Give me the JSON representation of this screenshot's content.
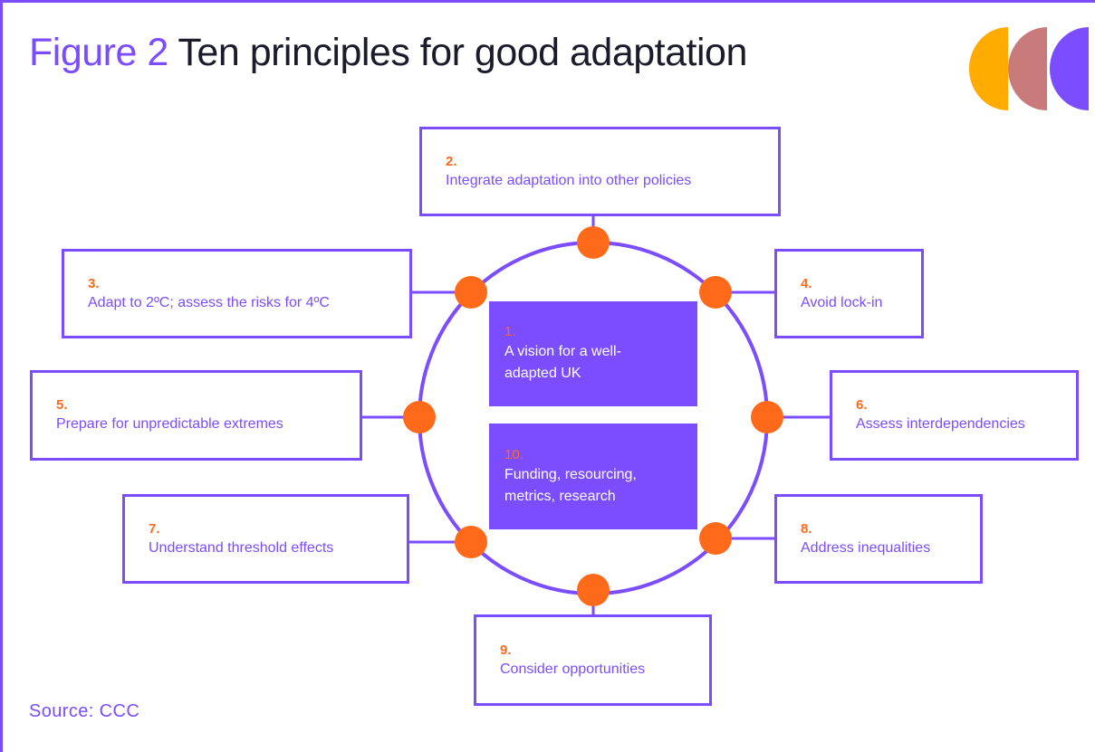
{
  "title": {
    "figure_label": "Figure 2",
    "text": "Ten principles for good adaptation"
  },
  "colors": {
    "purple": "#7b4dff",
    "orange": "#ff6a1a",
    "logo_yellow": "#ffab00",
    "logo_rose": "#c97b7b",
    "logo_purple": "#7b4dff"
  },
  "principles": [
    {
      "number": "1.",
      "label": "A vision for a well-\nadapted UK"
    },
    {
      "number": "2.",
      "label": "Integrate adaptation into other policies"
    },
    {
      "number": "3.",
      "label": "Adapt to 2ºC; assess the risks for 4ºC"
    },
    {
      "number": "4.",
      "label": "Avoid lock-in"
    },
    {
      "number": "5.",
      "label": "Prepare for unpredictable extremes"
    },
    {
      "number": "6.",
      "label": "Assess interdependencies"
    },
    {
      "number": "7.",
      "label": "Understand threshold effects"
    },
    {
      "number": "8.",
      "label": "Address inequalities"
    },
    {
      "number": "9.",
      "label": "Consider opportunities"
    },
    {
      "number": "10.",
      "label": "Funding, resourcing,\nmetrics, research"
    }
  ],
  "source": "Source: CCC"
}
